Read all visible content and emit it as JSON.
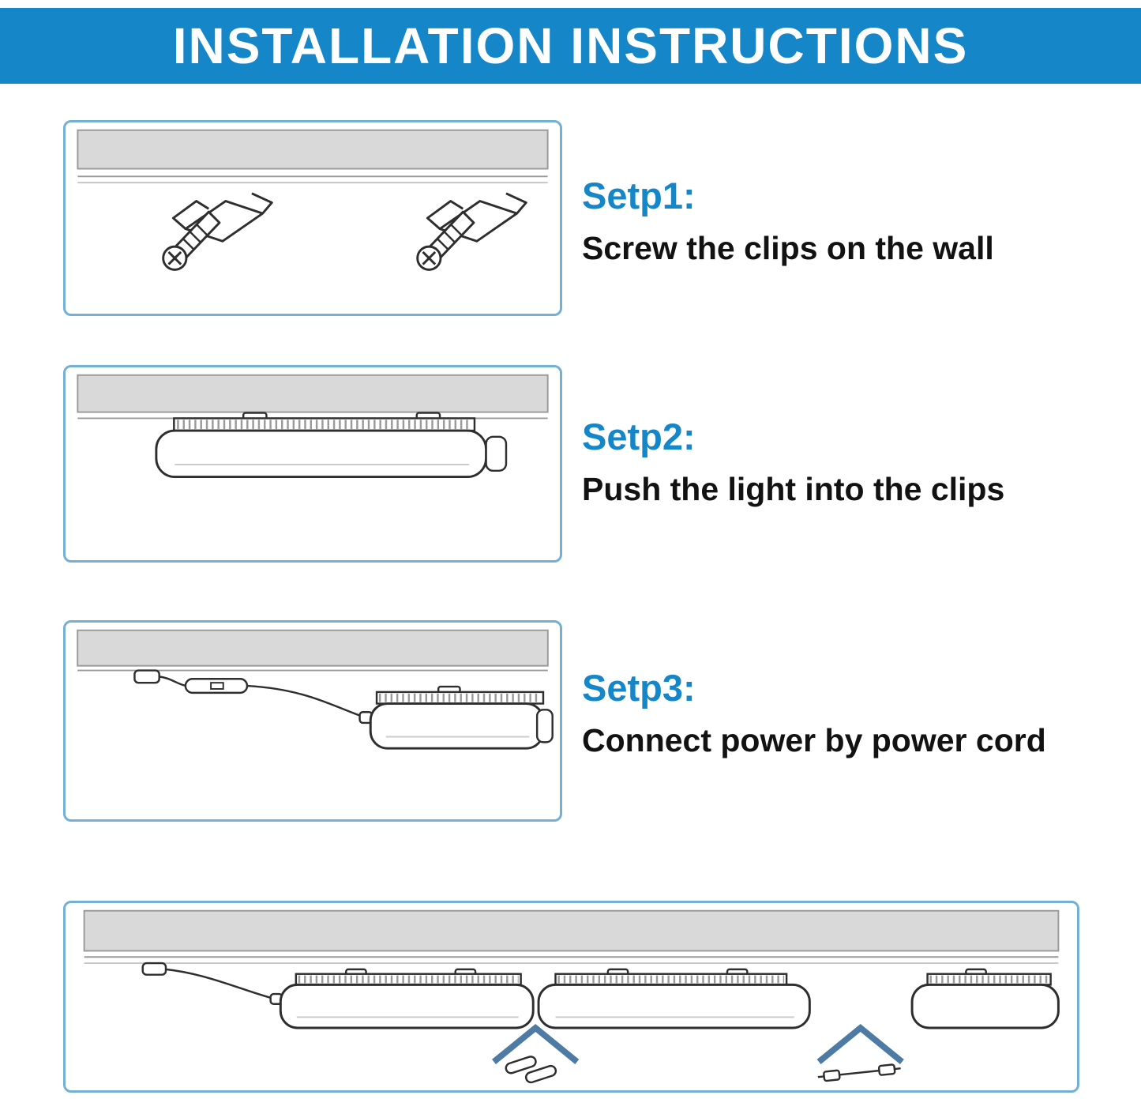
{
  "header": {
    "title": "INSTALLATION INSTRUCTIONS"
  },
  "steps": [
    {
      "label": "Setp1:",
      "description": "Screw the clips on the wall"
    },
    {
      "label": "Setp2:",
      "description": "Push the light into the clips"
    },
    {
      "label": "Setp3:",
      "description": "Connect power by power cord"
    }
  ],
  "illustrations": {
    "step1_icon": "clips-screwed-on-wall-icon",
    "step2_icon": "light-pushed-into-clips-icon",
    "step3_icon": "power-cord-connected-icon",
    "bottom_icon": "linked-lights-series-connectors-icon"
  },
  "colors": {
    "accent_blue": "#1587c9",
    "box_border": "#74afd4",
    "wall_gray": "#d9d9d9",
    "line_art": "#2e2e2e",
    "arrow_blue": "#4d7ba3"
  }
}
